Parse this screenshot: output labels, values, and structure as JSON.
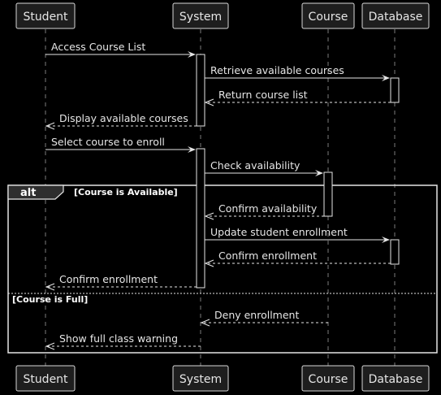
{
  "participants": [
    {
      "id": "student",
      "name": "Student"
    },
    {
      "id": "system",
      "name": "System"
    },
    {
      "id": "course",
      "name": "Course"
    },
    {
      "id": "database",
      "name": "Database"
    }
  ],
  "messages": [
    {
      "from": "student",
      "to": "system",
      "label": "Access Course List",
      "style": "solid"
    },
    {
      "from": "system",
      "to": "database",
      "label": "Retrieve available courses",
      "style": "solid"
    },
    {
      "from": "database",
      "to": "system",
      "label": "Return course list",
      "style": "dashed"
    },
    {
      "from": "system",
      "to": "student",
      "label": "Display available courses",
      "style": "dashed"
    },
    {
      "from": "student",
      "to": "system",
      "label": "Select course to enroll",
      "style": "solid"
    },
    {
      "from": "system",
      "to": "course",
      "label": "Check availability",
      "style": "solid"
    },
    {
      "from": "course",
      "to": "system",
      "label": "Confirm availability",
      "style": "dashed"
    },
    {
      "from": "system",
      "to": "database",
      "label": "Update student enrollment",
      "style": "solid"
    },
    {
      "from": "database",
      "to": "system",
      "label": "Confirm enrollment",
      "style": "dashed"
    },
    {
      "from": "system",
      "to": "student",
      "label": "Confirm enrollment",
      "style": "dashed"
    },
    {
      "from": "course",
      "to": "system",
      "label": "Deny enrollment",
      "style": "dashed"
    },
    {
      "from": "system",
      "to": "student",
      "label": "Show full class warning",
      "style": "dashed"
    }
  ],
  "alt_frame": {
    "operator": "alt",
    "guard_first": "[Course is Available]",
    "guard_second": "[Course is Full]"
  },
  "colors": {
    "background": "#000000",
    "foreground": "#e6e6e6",
    "actor_fill": "#1e1e1e"
  }
}
